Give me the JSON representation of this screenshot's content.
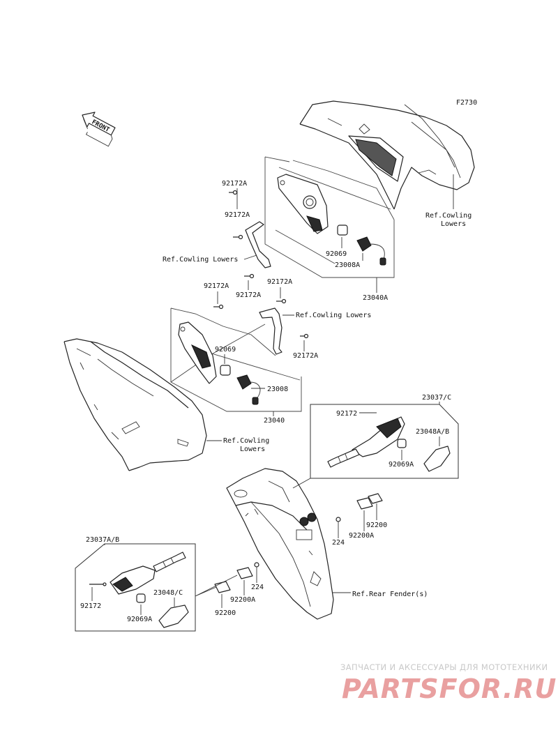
{
  "diagram": {
    "figure_code": "F2730",
    "front_arrow_label": "FRONT",
    "parts": {
      "screw_upper_1": "92172A",
      "screw_upper_2": "92172A",
      "screw_upper_3": "92172A",
      "screw_mid_left": "92172A",
      "screw_mid_right": "92172A",
      "screw_mid_right_lower": "92172A",
      "bulb_upper": "92069",
      "socket_upper": "23008A",
      "lamp_assy_upper": "23040A",
      "bulb_lower": "92069",
      "socket_lower": "23008",
      "lamp_assy_lower": "23040",
      "turn_signal_right": "23037/C",
      "screw_turn_right": "92172",
      "lens_turn_right": "23048A/B",
      "bulb_turn_right": "92069A",
      "turn_signal_left": "23037A/B",
      "screw_turn_left": "92172",
      "lens_turn_left": "23048/C",
      "bulb_turn_left": "92069A",
      "nut_right": "224",
      "plate_right_1": "92200",
      "plate_right_2": "92200A",
      "nut_left": "224",
      "plate_left_1": "92200A",
      "plate_left_2": "92200"
    },
    "refs": {
      "cowling_lowers_top_1": "Ref.Cowling",
      "cowling_lowers_top_2": "Lowers",
      "cowling_lowers_bracket_upper": "Ref.Cowling Lowers",
      "cowling_lowers_bracket_lower": "Ref.Cowling Lowers",
      "cowling_lowers_side_1": "Ref.Cowling",
      "cowling_lowers_side_2": "Lowers",
      "rear_fender": "Ref.Rear Fender(s)"
    }
  },
  "watermark": {
    "tagline": "ЗАПЧАСТИ И АКСЕССУАРЫ ДЛЯ МОТОТЕХНИКИ",
    "logo": "PARTSFOR.RU"
  }
}
